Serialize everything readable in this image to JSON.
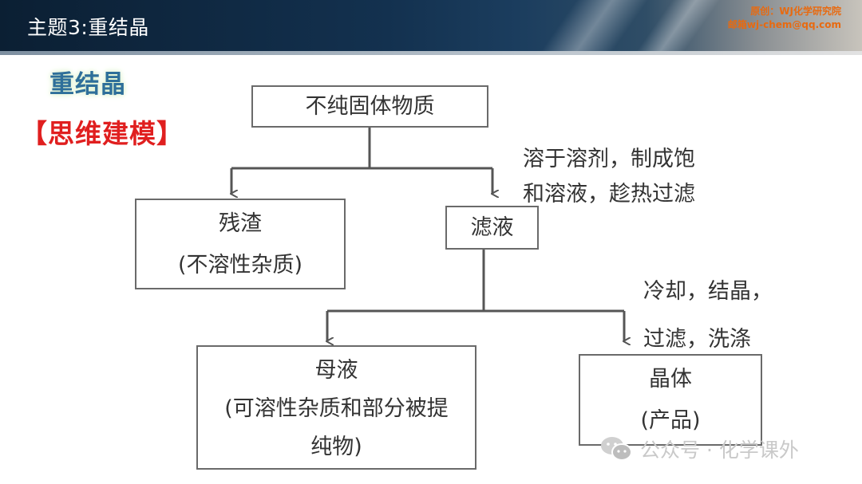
{
  "header": {
    "title": "主题3:重结晶",
    "credit_line1": "原创：WJ化学研究院",
    "credit_line2": "邮箱wj-chem@qq.com"
  },
  "side": {
    "title": "重结晶",
    "tag": "【思维建模】"
  },
  "diagram": {
    "root": "不纯固体物质",
    "step1_note_line1": "溶于溶剂，制成饱",
    "step1_note_line2": "和溶液，趁热过滤",
    "residue_line1": "残渣",
    "residue_line2": "(不溶性杂质)",
    "filtrate": "滤液",
    "step2_note_line1": "冷却，结晶，",
    "step2_note_line2": "过滤，洗涤",
    "mother_liquor_line1": "母液",
    "mother_liquor_line2": "(可溶性杂质和部分被提",
    "mother_liquor_line3": "纯物)",
    "crystal_line1": "晶体",
    "crystal_line2": "(产品)"
  },
  "watermark": {
    "icon": "wechat-icon",
    "text": "公众号 · 化学课外"
  }
}
